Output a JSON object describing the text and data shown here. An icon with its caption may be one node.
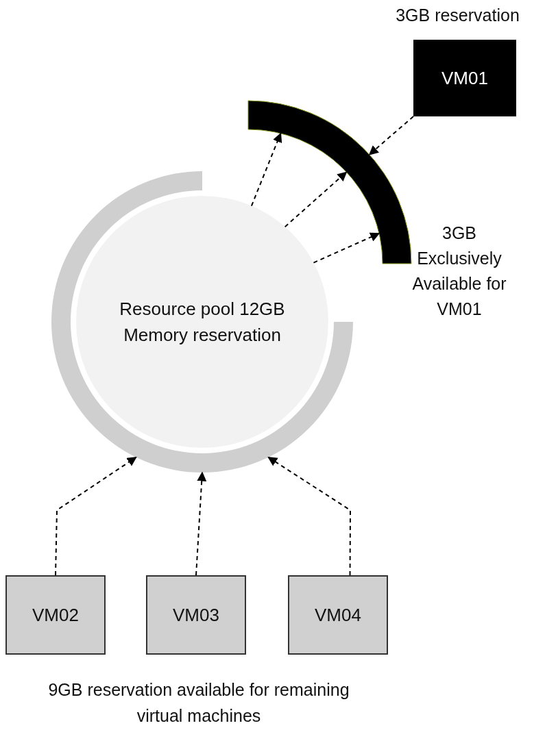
{
  "diagram": {
    "nodes": [
      {
        "text": [
          "VM01"
        ],
        "beside": [
          "3GB reservation"
        ]
      },
      {
        "text": [],
        "shape": "arc",
        "beside": [
          "3GB Exclusively Available for VM01"
        ]
      },
      {
        "text": [],
        "shape": "ring"
      },
      {
        "text": [
          "Resource pool 12GB Memory reservation"
        ],
        "in": 2
      },
      {
        "text": [
          "VM02"
        ]
      },
      {
        "text": [
          "VM03"
        ]
      },
      {
        "text": [
          "VM04"
        ]
      }
    ],
    "edges": [
      {
        "from": 0,
        "to": 1,
        "arrow": "to",
        "style": "dashed"
      },
      {
        "from": 3,
        "to": 1,
        "arrow": "to",
        "style": "dashed"
      },
      {
        "from": 3,
        "to": 1,
        "arrow": "to",
        "style": "dashed"
      },
      {
        "from": 3,
        "to": 1,
        "arrow": "to",
        "style": "dashed"
      },
      {
        "from": 4,
        "to": 2,
        "arrow": "to",
        "style": "dashed"
      },
      {
        "from": 5,
        "to": 2,
        "arrow": "to",
        "style": "dashed"
      },
      {
        "from": 6,
        "to": 2,
        "arrow": "to",
        "style": "dashed"
      }
    ],
    "labels": [
      "9GB reservation available for remaining virtual machines"
    ]
  }
}
